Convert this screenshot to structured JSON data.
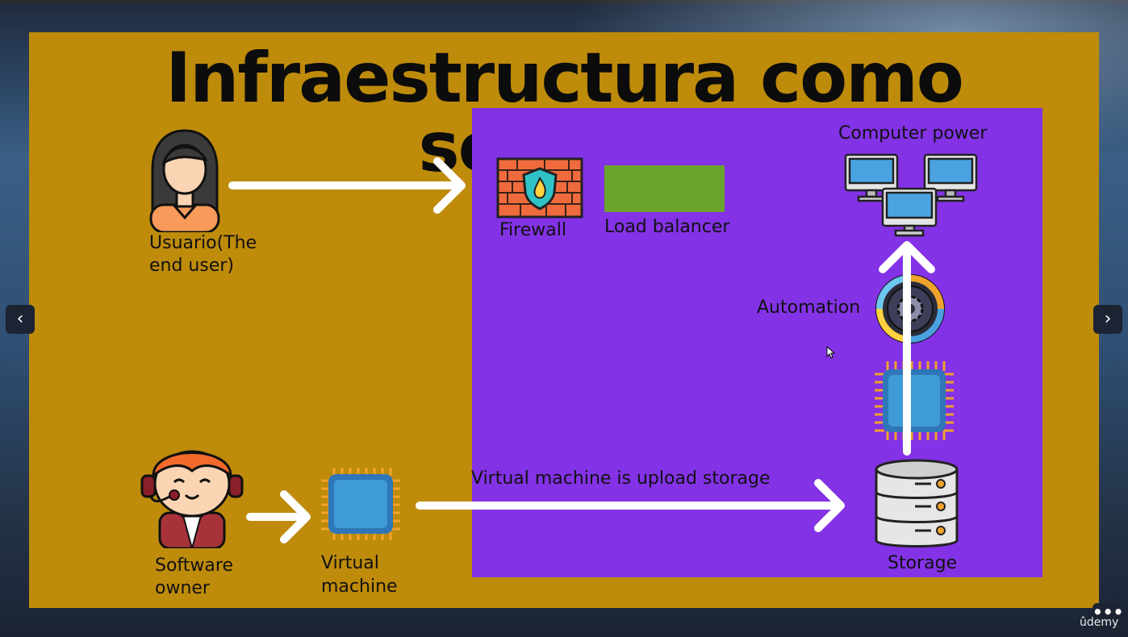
{
  "slide": {
    "title": "Infraestructura como servicio",
    "labels": {
      "user": "Usuario(The\nend user)",
      "user_line1": "Usuario(The",
      "user_line2": "end user)",
      "firewall": "Firewall",
      "load_balancer": "Load balancer",
      "computer_power": "Computer power",
      "automation": "Automation",
      "owner_line1": "Software",
      "owner_line2": "owner",
      "vm_line1": "Virtual",
      "vm_line2": "machine",
      "upload": "Virtual machine is upload storage",
      "storage": "Storage"
    },
    "icons": [
      "user-icon",
      "firewall-icon",
      "monitor-icon",
      "gear-icon",
      "cpu-chip-icon",
      "database-icon",
      "support-agent-icon"
    ],
    "colors": {
      "slide_bg": "#be8b0b",
      "panel_bg": "#8332e6",
      "load_balancer": "#6aa22c",
      "arrow": "#ffffff"
    }
  },
  "player": {
    "prev_symbol": "‹",
    "next_symbol": "›",
    "more_symbol": "•••",
    "brand": "ûdemy"
  }
}
